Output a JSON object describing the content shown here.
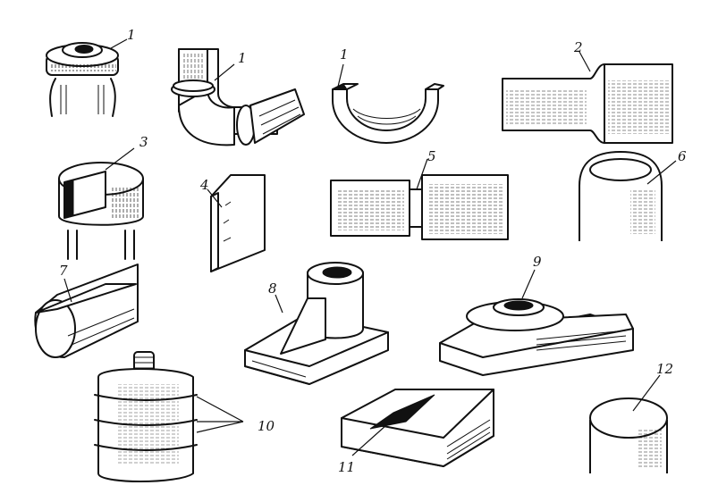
{
  "figure": {
    "labels": {
      "bottle_cap": "1",
      "pipe_clamp": "1",
      "half_bushing": "1",
      "stepped_shaft": "2",
      "slotted_head": "3",
      "chamfered_plate": "4",
      "grooved_shaft": "5",
      "rounded_end": "6",
      "flat_on_shaft": "7",
      "rib_bracket": "8",
      "raised_boss": "9",
      "flask_ribs": "10",
      "v_groove_block": "11",
      "flat_cylinder": "12"
    }
  }
}
